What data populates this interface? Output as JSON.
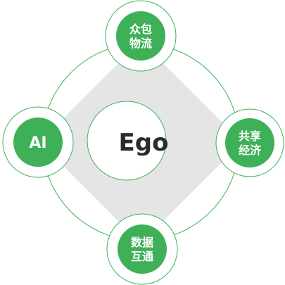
{
  "colors": {
    "accent": "#3eb158",
    "ring": "#3eb158",
    "diamond": "#e5e5e5",
    "center_text": "#2b2b2b",
    "node_text": "#ffffff"
  },
  "center": {
    "label": "Ego"
  },
  "nodes": {
    "top": {
      "line1": "众包",
      "line2": "物流"
    },
    "left": {
      "label": "AI"
    },
    "right": {
      "line1": "共享",
      "line2": "经济"
    },
    "bottom": {
      "line1": "数据",
      "line2": "互通"
    }
  }
}
